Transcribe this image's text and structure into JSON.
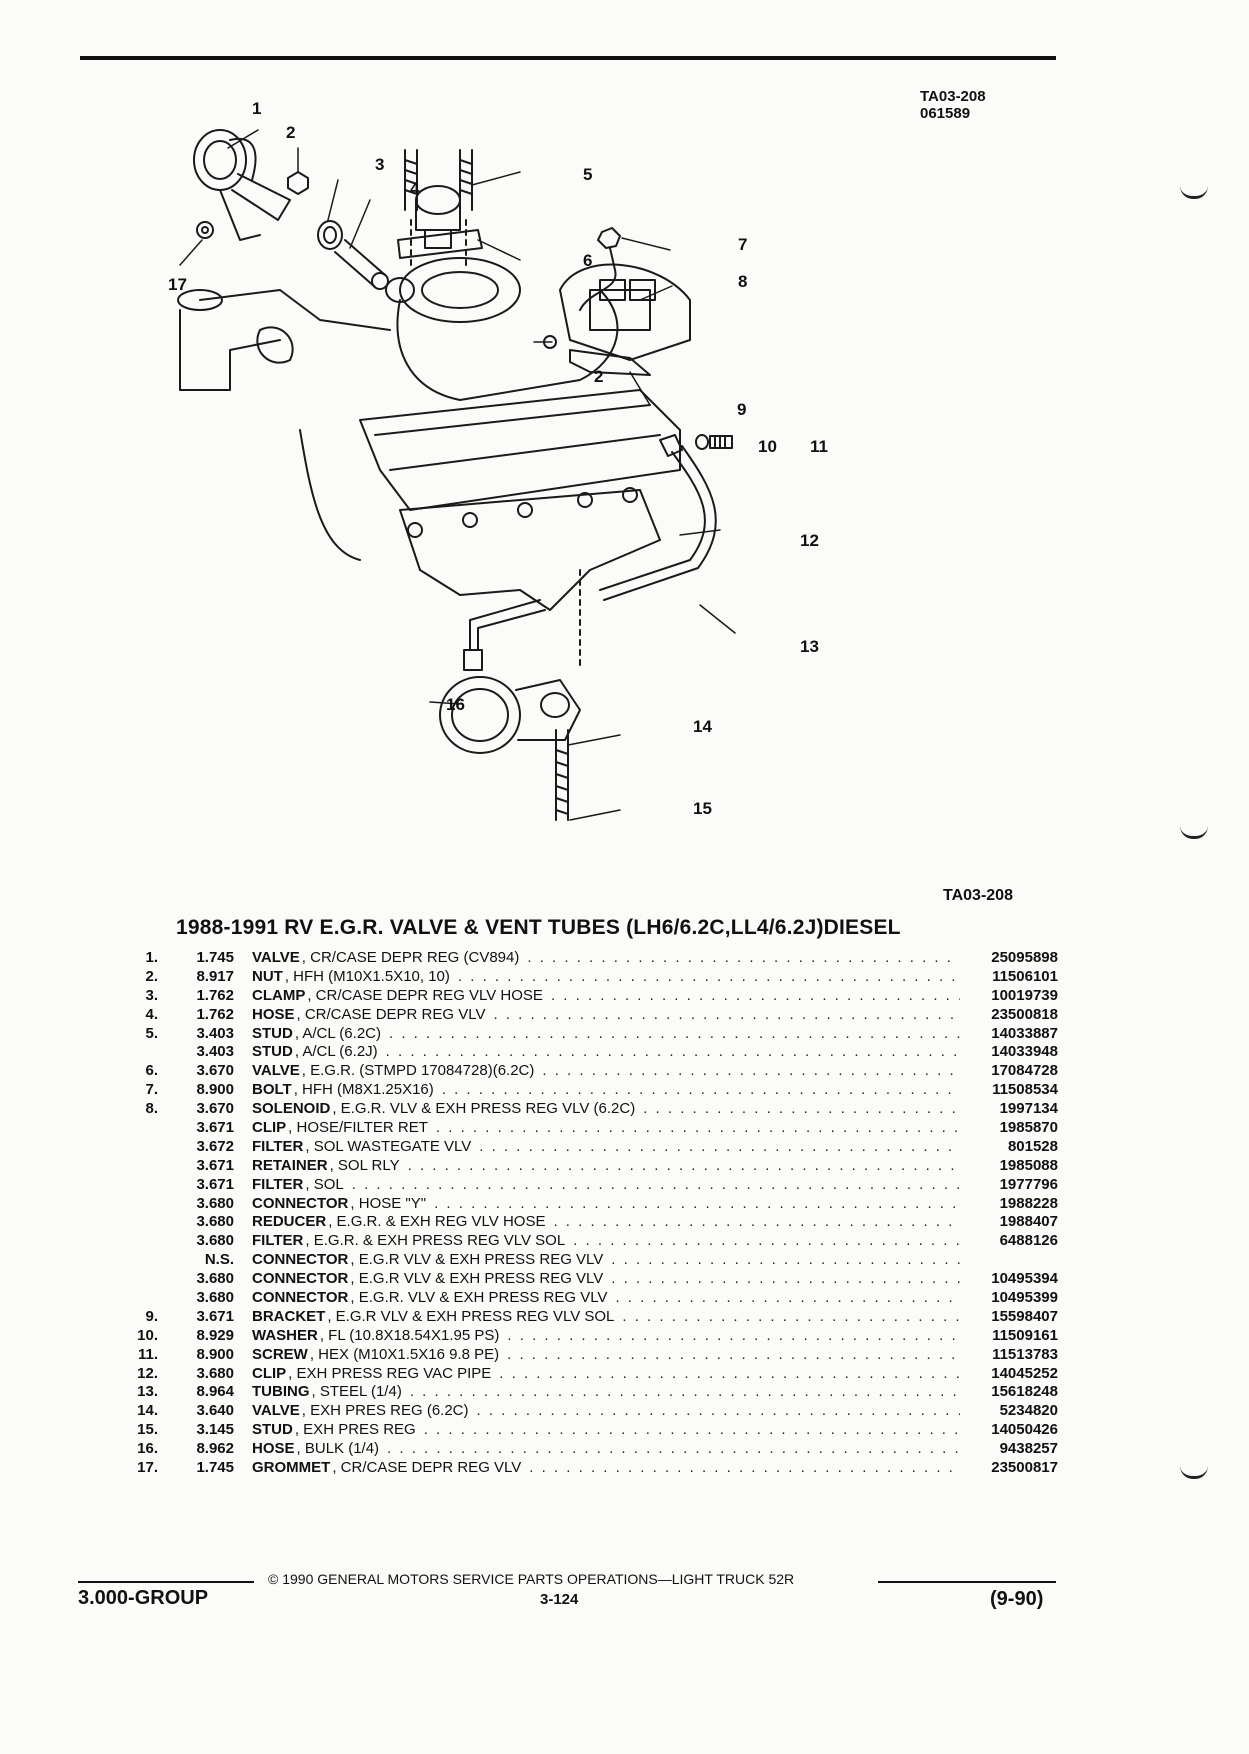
{
  "header": {
    "code": "TA03-208",
    "date_code": "061589"
  },
  "figure": {
    "label": "TA03-208",
    "callouts": [
      "1",
      "2",
      "3",
      "4",
      "5",
      "6",
      "7",
      "8",
      "2",
      "9",
      "10",
      "11",
      "12",
      "13",
      "14",
      "15",
      "16",
      "17"
    ]
  },
  "title": "1988-1991 RV E.G.R. VALVE & VENT TUBES (LH6/6.2C,LL4/6.2J)DIESEL",
  "parts": [
    {
      "index": "1.",
      "group": "1.745",
      "name": "VALVE",
      "detail": ", CR/CASE DEPR REG (CV894)",
      "part_no": "25095898"
    },
    {
      "index": "2.",
      "group": "8.917",
      "name": "NUT",
      "detail": ", HFH (M10X1.5X10, 10)",
      "part_no": "11506101"
    },
    {
      "index": "3.",
      "group": "1.762",
      "name": "CLAMP",
      "detail": ", CR/CASE DEPR REG VLV HOSE",
      "part_no": "10019739"
    },
    {
      "index": "4.",
      "group": "1.762",
      "name": "HOSE",
      "detail": ", CR/CASE DEPR REG VLV",
      "part_no": "23500818"
    },
    {
      "index": "5.",
      "group": "3.403",
      "name": "STUD",
      "detail": ", A/CL (6.2C)",
      "part_no": "14033887"
    },
    {
      "index": "",
      "group": "3.403",
      "name": "STUD",
      "detail": ", A/CL (6.2J)",
      "part_no": "14033948"
    },
    {
      "index": "6.",
      "group": "3.670",
      "name": "VALVE",
      "detail": ", E.G.R. (STMPD 17084728)(6.2C)",
      "part_no": "17084728"
    },
    {
      "index": "7.",
      "group": "8.900",
      "name": "BOLT",
      "detail": ", HFH (M8X1.25X16)",
      "part_no": "11508534"
    },
    {
      "index": "8.",
      "group": "3.670",
      "name": "SOLENOID",
      "detail": ", E.G.R. VLV & EXH PRESS REG VLV (6.2C)",
      "part_no": "1997134"
    },
    {
      "index": "",
      "group": "3.671",
      "name": "CLIP",
      "detail": ", HOSE/FILTER RET",
      "part_no": "1985870"
    },
    {
      "index": "",
      "group": "3.672",
      "name": "FILTER",
      "detail": ", SOL WASTEGATE VLV",
      "part_no": "801528"
    },
    {
      "index": "",
      "group": "3.671",
      "name": "RETAINER",
      "detail": ", SOL RLY",
      "part_no": "1985088"
    },
    {
      "index": "",
      "group": "3.671",
      "name": "FILTER",
      "detail": ", SOL",
      "part_no": "1977796"
    },
    {
      "index": "",
      "group": "3.680",
      "name": "CONNECTOR",
      "detail": ", HOSE \"Y\"",
      "part_no": "1988228"
    },
    {
      "index": "",
      "group": "3.680",
      "name": "REDUCER",
      "detail": ", E.G.R. & EXH REG VLV HOSE",
      "part_no": "1988407"
    },
    {
      "index": "",
      "group": "3.680",
      "name": "FILTER",
      "detail": ", E.G.R. & EXH PRESS REG VLV SOL",
      "part_no": "6488126"
    },
    {
      "index": "",
      "group": "N.S.",
      "name": "CONNECTOR",
      "detail": ", E.G.R VLV & EXH PRESS REG VLV",
      "part_no": ""
    },
    {
      "index": "",
      "group": "3.680",
      "name": "CONNECTOR",
      "detail": ", E.G.R VLV & EXH PRESS REG VLV",
      "part_no": "10495394"
    },
    {
      "index": "",
      "group": "3.680",
      "name": "CONNECTOR",
      "detail": ", E.G.R. VLV & EXH PRESS REG VLV",
      "part_no": "10495399"
    },
    {
      "index": "9.",
      "group": "3.671",
      "name": "BRACKET",
      "detail": ", E.G.R VLV & EXH PRESS REG VLV SOL",
      "part_no": "15598407"
    },
    {
      "index": "10.",
      "group": "8.929",
      "name": "WASHER",
      "detail": ", FL (10.8X18.54X1.95 PS)",
      "part_no": "11509161"
    },
    {
      "index": "11.",
      "group": "8.900",
      "name": "SCREW",
      "detail": ", HEX (M10X1.5X16 9.8 PE)",
      "part_no": "11513783"
    },
    {
      "index": "12.",
      "group": "3.680",
      "name": "CLIP",
      "detail": ", EXH PRESS REG VAC PIPE",
      "part_no": "14045252"
    },
    {
      "index": "13.",
      "group": "8.964",
      "name": "TUBING",
      "detail": ", STEEL (1/4)",
      "part_no": "15618248"
    },
    {
      "index": "14.",
      "group": "3.640",
      "name": "VALVE",
      "detail": ", EXH PRES REG (6.2C)",
      "part_no": "5234820"
    },
    {
      "index": "15.",
      "group": "3.145",
      "name": "STUD",
      "detail": ", EXH PRES REG",
      "part_no": "14050426"
    },
    {
      "index": "16.",
      "group": "8.962",
      "name": "HOSE",
      "detail": ", BULK (1/4)",
      "part_no": "9438257"
    },
    {
      "index": "17.",
      "group": "1.745",
      "name": "GROMMET",
      "detail": ", CR/CASE DEPR REG VLV",
      "part_no": "23500817"
    }
  ],
  "footer": {
    "copyright": "© 1990 GENERAL MOTORS SERVICE PARTS OPERATIONS—LIGHT TRUCK 52R",
    "group": "3.000-GROUP",
    "page": "3-124",
    "date": "(9-90)"
  }
}
